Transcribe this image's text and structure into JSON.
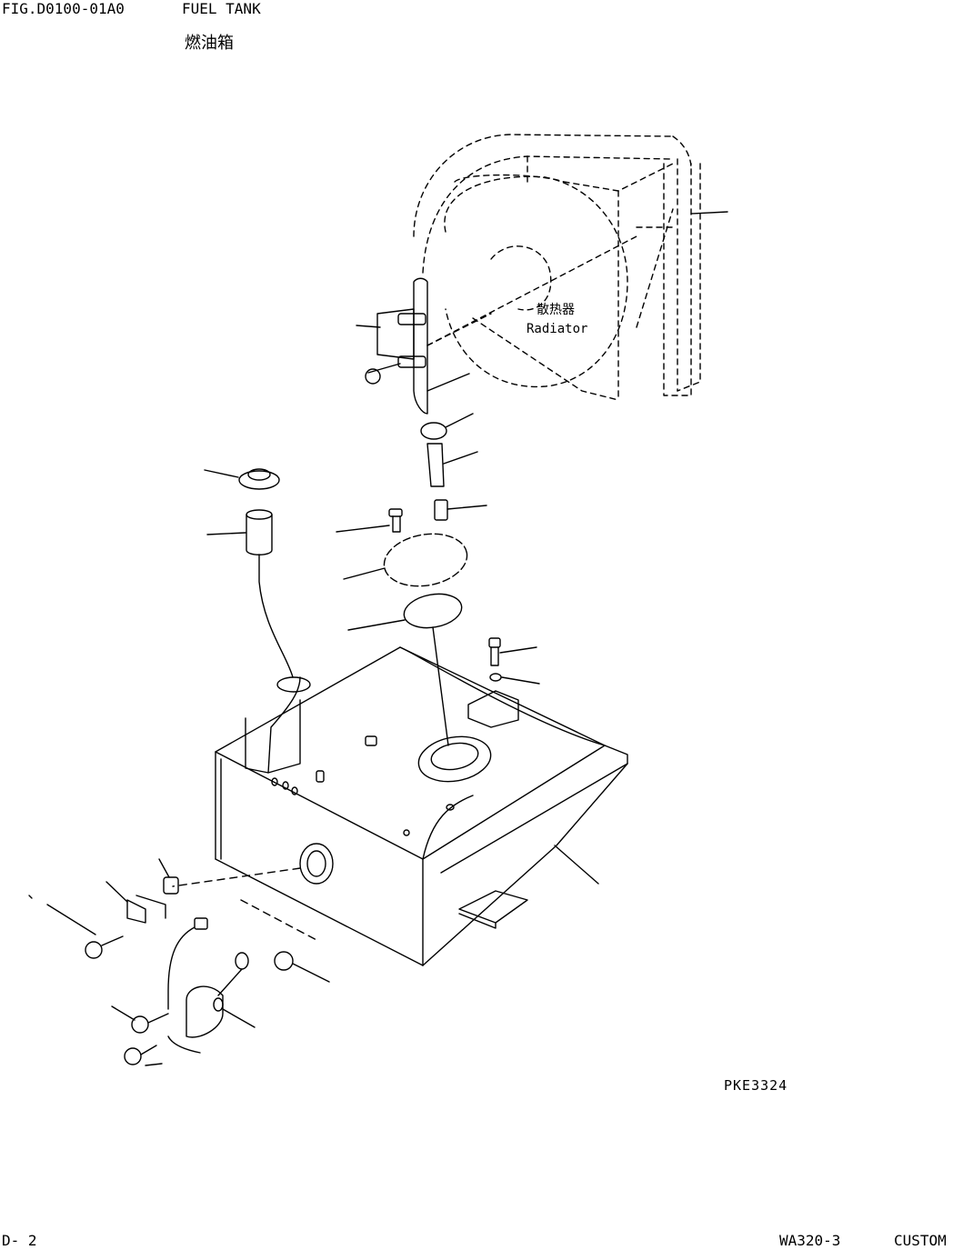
{
  "header": {
    "figure_id": "FIG.D0100-01A0",
    "title": "FUEL TANK",
    "title_cn": "燃油箱"
  },
  "diagram": {
    "radiator_label_cn": "散热器",
    "radiator_label_en": "Radiator",
    "drawing_code": "PKE3324"
  },
  "footer": {
    "page": "D-  2",
    "model": "WA320-3",
    "variant": "CUSTOM"
  }
}
